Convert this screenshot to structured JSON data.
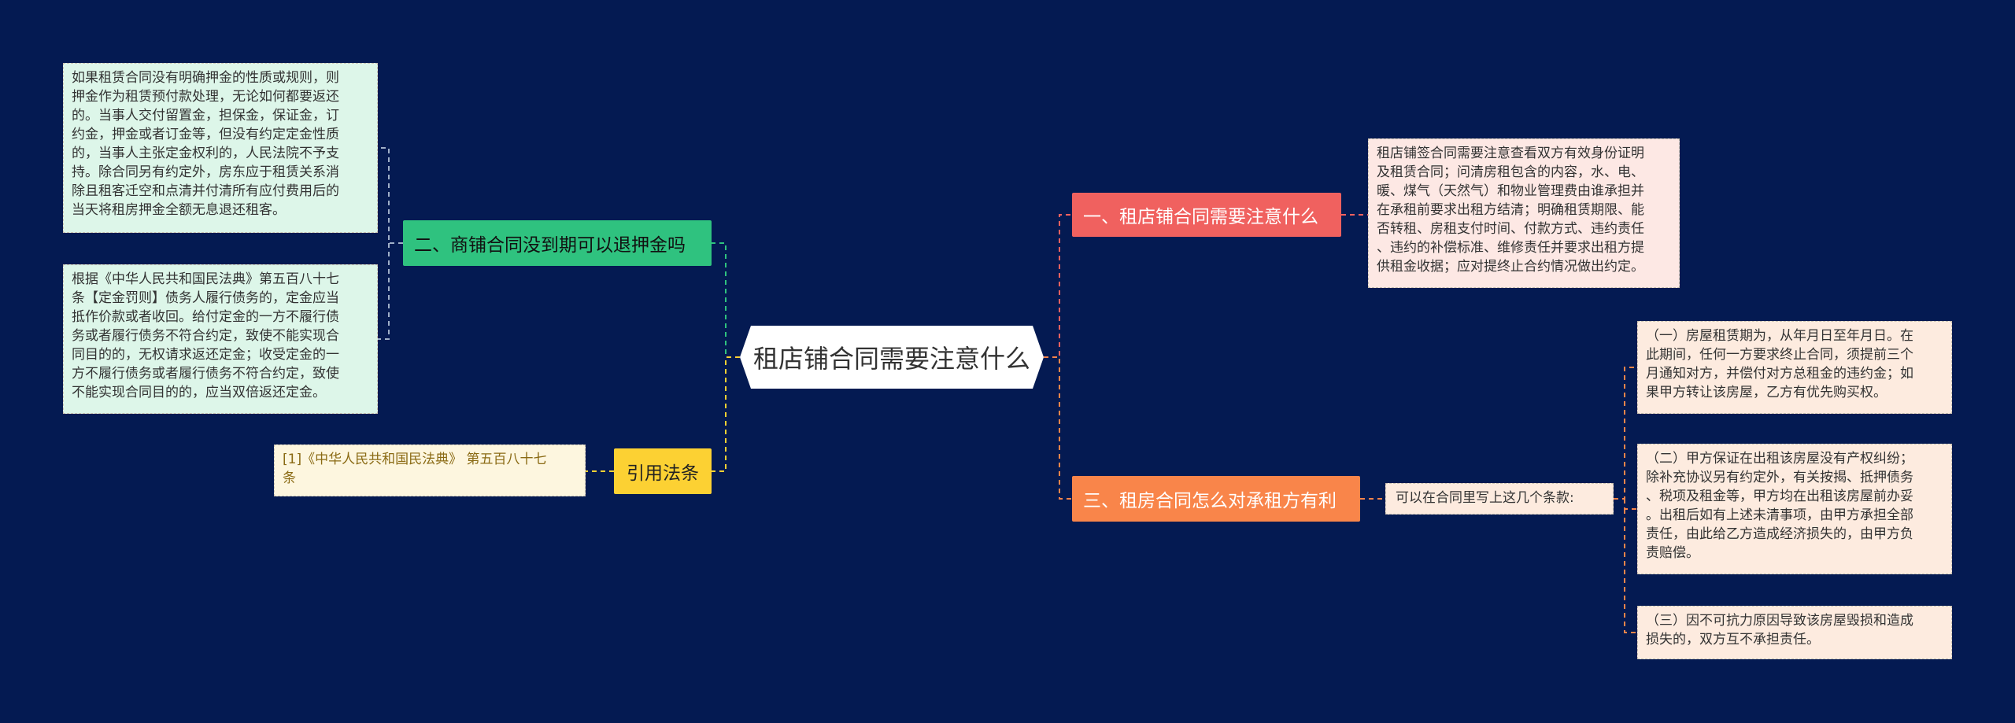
{
  "root": {
    "label": "租店铺合同需要注意什么"
  },
  "branches": [
    {
      "label": "一、租店铺合同需要注意什么",
      "details": [
        "租店铺签合同需要注意查看双方有效身份证明\n及租赁合同；问清房租包含的内容，水、电、\n暖、煤气（天然气）和物业管理费由谁承担并\n在承租前要求出租方结清；明确租赁期限、能\n否转租、房租支付时间、付款方式、违约责任\n、违约的补偿标准、维修责任并要求出租方提\n供租金收据；应对提终止合约情况做出约定。"
      ]
    },
    {
      "label": "二、商铺合同没到期可以退押金吗",
      "details": [
        "如果租赁合同没有明确押金的性质或规则，则\n押金作为租赁预付款处理，无论如何都要返还\n的。当事人交付留置金，担保金，保证金，订\n约金，押金或者订金等，但没有约定定金性质\n的，当事人主张定金权利的，人民法院不予支\n持。除合同另有约定外，房东应于租赁关系消\n除且租客迁空和点清并付清所有应付费用后的\n当天将租房押金全额无息退还租客。",
        "根据《中华人民共和国民法典》第五百八十七\n条【定金罚则】债务人履行债务的，定金应当\n抵作价款或者收回。给付定金的一方不履行债\n务或者履行债务不符合约定，致使不能实现合\n同目的的，无权请求返还定金；收受定金的一\n方不履行债务或者履行债务不符合约定，致使\n不能实现合同目的的，应当双倍返还定金。"
      ]
    },
    {
      "label": "引用法条",
      "details": [
        "[1]《中华人民共和国民法典》 第五百八十七\n条"
      ]
    },
    {
      "label": "三、租房合同怎么对承租方有利",
      "middle": "可以在合同里写上这几个条款:",
      "details": [
        "（一）房屋租赁期为，从年月日至年月日。在\n此期间，任何一方要求终止合同，须提前三个\n月通知对方，并偿付对方总租金的违约金；如\n果甲方转让该房屋，乙方有优先购买权。",
        "（二）甲方保证在出租该房屋没有产权纠纷；\n除补充协议另有约定外，有关按揭、抵押债务\n、税项及租金等，甲方均在出租该房屋前办妥\n。出租后如有上述未清事项，由甲方承担全部\n责任，由此给乙方造成经济损失的，由甲方负\n责赔偿。",
        "（三）因不可抗力原因导致该房屋毁损和造成\n损失的，双方互不承担责任。"
      ]
    }
  ],
  "colors": {
    "background": "#041a52",
    "branch1": "#f0615f",
    "branch2": "#2fc27f",
    "branch3": "#fcd133",
    "branch4": "#f9854a"
  }
}
